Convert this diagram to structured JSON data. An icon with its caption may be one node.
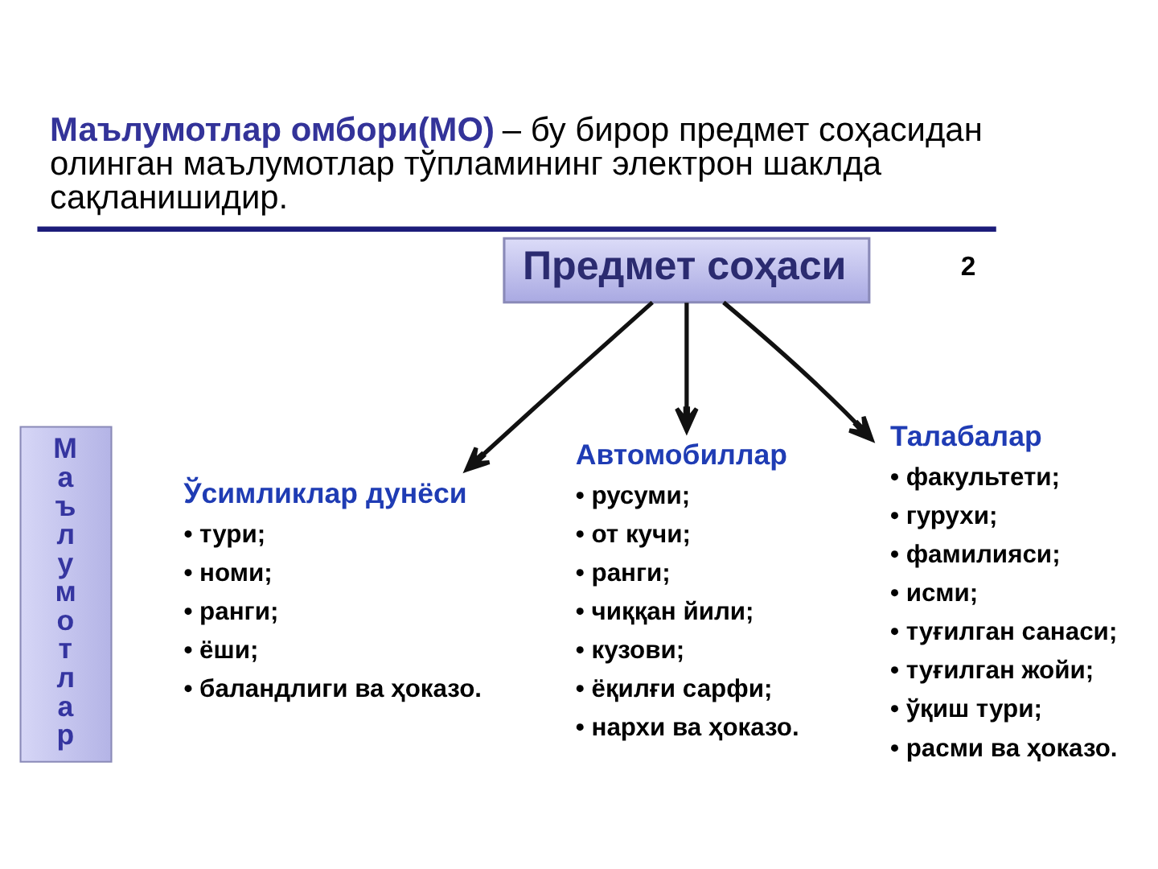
{
  "diagram": {
    "title": "**Маълумотлар омбори(МО)** – бу бирор предмет соҳасидан олинган маълумотлар тўпламининг электрон шаклда сақланишидир.",
    "nodes": [
      {
        "text": [
          "Предмет соҳаси"
        ]
      },
      {
        "text": [
          "Ўсимликлар дунёси",
          "• тури;",
          "• номи;",
          "• ранги;",
          "• ёши;",
          "• баландлиги ва ҳоказо."
        ]
      },
      {
        "text": [
          "Автомобиллар",
          "• русуми;",
          "• от кучи;",
          "• ранги;",
          "• чиққан йили;",
          "• кузови;",
          "• ёқилғи сарфи;",
          "• нархи ва ҳоказо."
        ]
      },
      {
        "text": [
          "Талабалар",
          "• факультети;",
          "• гурухи;",
          "• фамилияси;",
          "• исми;",
          "• туғилган санаси;",
          "• туғилган жойи;",
          "• ўқиш тури;",
          "• расми ва ҳоказо."
        ]
      },
      {
        "text": [
          "Маълумотлар"
        ]
      }
    ],
    "edges": [
      {
        "from": 0,
        "to": 1,
        "arrow": "to"
      },
      {
        "from": 0,
        "to": 2,
        "arrow": "to"
      },
      {
        "from": 0,
        "to": 3,
        "arrow": "to"
      }
    ],
    "labels": [
      "2"
    ]
  }
}
